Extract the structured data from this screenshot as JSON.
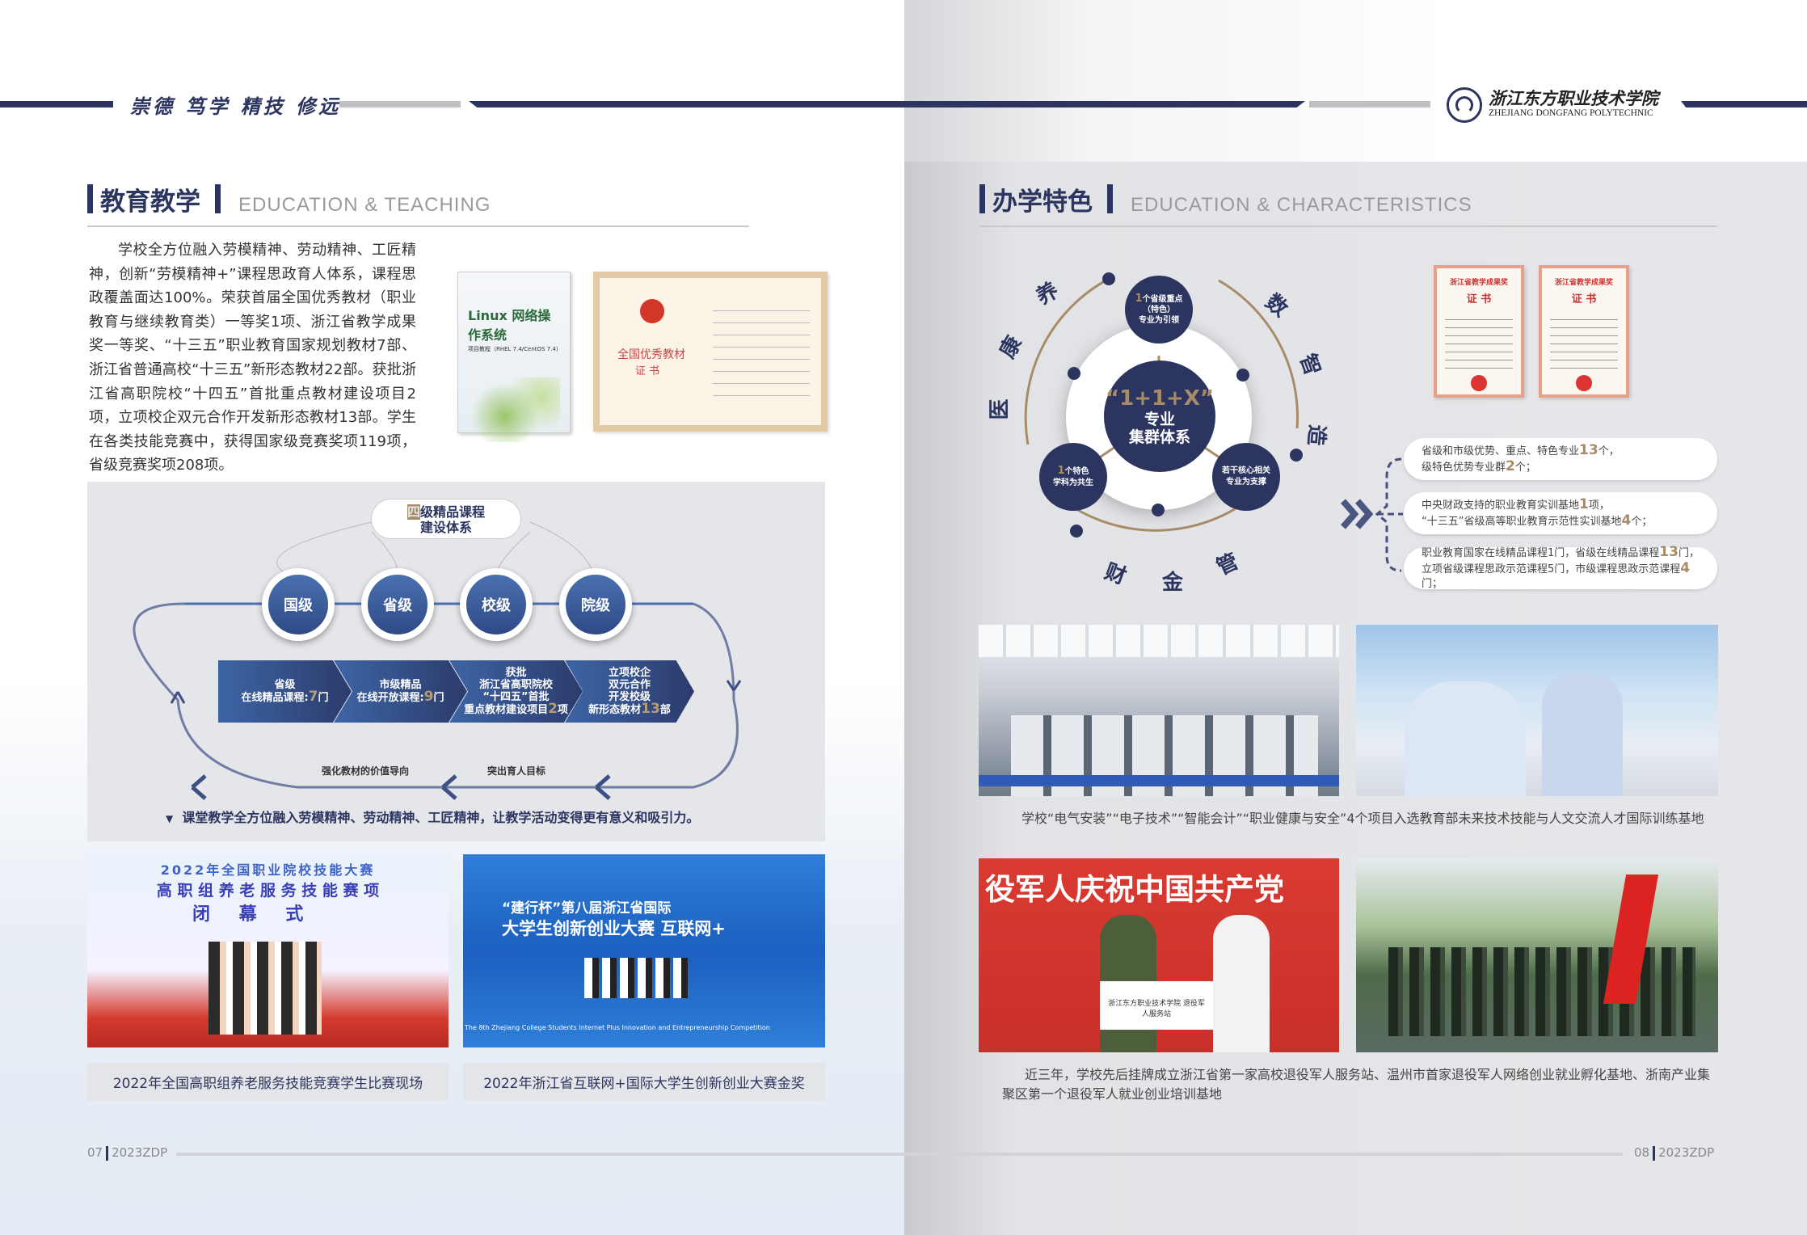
{
  "header": {
    "slogan": "崇德 笃学 精技 修远",
    "school_cn": "浙江东方职业技术学院",
    "school_en": "ZHEJIANG DONGFANG POLYTECHNIC"
  },
  "left": {
    "title": "教育教学",
    "title_en": "EDUCATION & TEACHING",
    "paragraph": "学校全方位融入劳模精神、劳动精神、工匠精神，创新“劳模精神+”课程思政育人体系，课程思政覆盖面达100%。荣获首届全国优秀教材（职业教育与继续教育类）一等奖1项、浙江省教学成果奖一等奖、“十三五”职业教育国家规划教材7部、浙江省普通高校“十三五”新形态教材22部。获批浙江省高职院校“十四五”首批重点教材建设项目2项，立项校企双元合作开发新形态教材13部。学生在各类技能竞赛中，获得国家级竞赛奖项119项，省级竞赛奖项208项。",
    "book": {
      "title": "Linux 网络操作系统",
      "subtitle": "项目教程（RHEL 7.4/CentOS 7.4）"
    },
    "certificate": {
      "title": "全国优秀教材",
      "subtitle": "证 书"
    },
    "diagram": {
      "bubble_highlight": "四",
      "bubble_line1": "级精品课程",
      "bubble_line2": "建设体系",
      "levels": [
        "国级",
        "省级",
        "校级",
        "院级"
      ],
      "chevrons": [
        {
          "lines": [
            "省级"
          ],
          "last_pre": "在线精品课程:",
          "num": "7",
          "unit": "门"
        },
        {
          "lines": [
            "市级精品"
          ],
          "last_pre": "在线开放课程:",
          "num": "9",
          "unit": "门"
        },
        {
          "lines": [
            "获批",
            "浙江省高职院校",
            "“十四五”首批"
          ],
          "last_pre": "重点教材建设项目",
          "num": "2",
          "unit": "项"
        },
        {
          "lines": [
            "立项校企",
            "双元合作",
            "开发校级"
          ],
          "last_pre": "新形态教材",
          "num": "13",
          "unit": "部"
        }
      ],
      "arrow_labels": [
        "强化教材的价值导向",
        "突出育人目标"
      ],
      "footnote": "课堂教学全方位融入劳模精神、劳动精神、工匠精神，让教学活动变得更有意义和吸引力。"
    },
    "photos": [
      {
        "overlay": [
          "2022年全国职业院校技能大赛",
          "高 职 组 养 老 服 务 技 能 赛 项",
          "闭 幕 式"
        ],
        "caption": "2022年全国高职组养老服务技能竞赛学生比赛现场"
      },
      {
        "overlay": [
          "“建行杯”第八届浙江省国际",
          "大学生创新创业大赛 互联网+",
          "The 8th Zhejiang College Students  Internet Plus  Innovation and Entrepreneurship Competition"
        ],
        "caption": "2022年浙江省互联网+国际大学生创新创业大赛金奖"
      }
    ],
    "footer": {
      "page": "07",
      "label": "2023ZDP"
    }
  },
  "right": {
    "title": "办学特色",
    "title_en": "EDUCATION & CHARACTERISTICS",
    "center": {
      "formula": "“1+1+X”",
      "line1": "专业",
      "line2": "集群体系"
    },
    "nodes": [
      {
        "num": "1",
        "lines": [
          "个省级重点",
          "（特色）",
          "专业为引领"
        ]
      },
      {
        "num": "1",
        "lines": [
          "个特色",
          "学科为共生"
        ]
      },
      {
        "num": "",
        "lines": [
          "若干核心相关",
          "专业为支撑"
        ]
      }
    ],
    "arc_chars": [
      "医",
      "康",
      "养",
      "数",
      "智",
      "造",
      "财",
      "金",
      "管"
    ],
    "certificates": [
      {
        "title": "浙江省教学成果奖",
        "sub": "证 书"
      },
      {
        "title": "浙江省教学成果奖",
        "sub": "证 书"
      }
    ],
    "pills": [
      [
        {
          "t": "省级和市级优势、重点、特色专业"
        },
        {
          "n": "13"
        },
        {
          "t": "个，"
        },
        {
          "br": true
        },
        {
          "t": "级特色优势专业群"
        },
        {
          "n": "2"
        },
        {
          "t": "个；"
        }
      ],
      [
        {
          "t": "中央财政支持的职业教育实训基地"
        },
        {
          "n": "1"
        },
        {
          "t": "项，"
        },
        {
          "br": true
        },
        {
          "t": "“十三五”省级高等职业教育示范性实训基地"
        },
        {
          "n": "4"
        },
        {
          "t": "个；"
        }
      ],
      [
        {
          "t": "职业教育国家在线精品课程1门，省级在线精品课程"
        },
        {
          "n": "13"
        },
        {
          "t": "门，"
        },
        {
          "br": true
        },
        {
          "t": "立项省级课程思政示范课程5门，市级课程思政示范课程"
        },
        {
          "n": "4"
        },
        {
          "t": "门；"
        }
      ]
    ],
    "caption1": "学校“电气安装”“电子技术”“智能会计”“职业健康与安全”4个项目入选教育部未来技术技能与人文交流人才国际训练基地",
    "photo_overlay": "役军人庆祝中国共产党",
    "plaque": "浙江东方职业技术学院 退役军人服务站",
    "caption2": "近三年，学校先后挂牌成立浙江省第一家高校退役军人服务站、温州市首家退役军人网络创业就业孵化基地、浙南产业集聚区第一个退役军人就业创业培训基地",
    "footer": {
      "page": "08",
      "label": "2023ZDP"
    }
  },
  "colors": {
    "navy": "#2c3560",
    "gold": "#a88c67",
    "blue": "#3d65a5"
  }
}
